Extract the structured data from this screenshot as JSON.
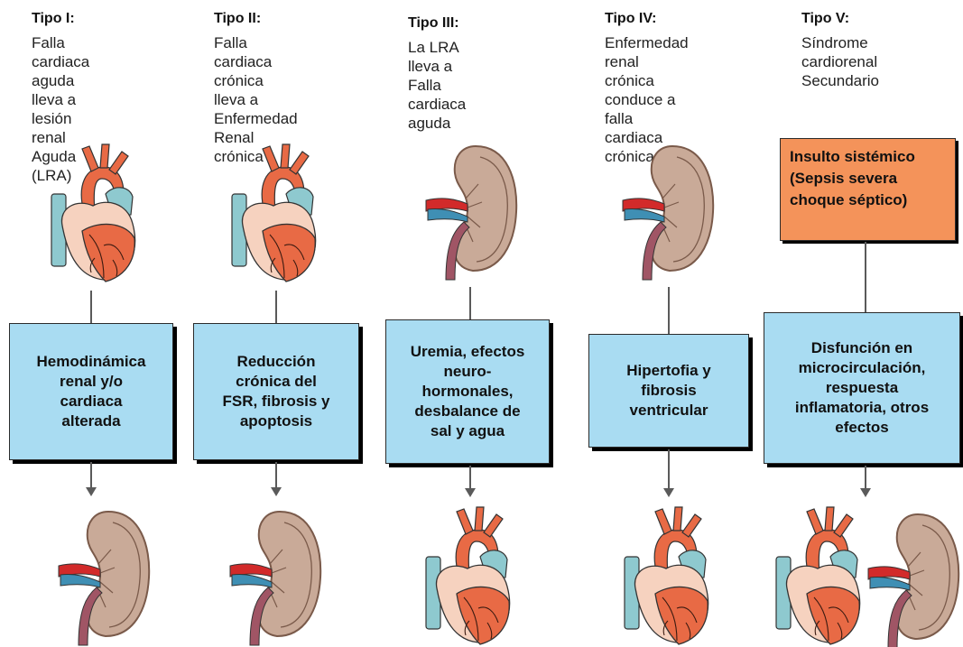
{
  "columns": [
    {
      "title": "Tipo I:",
      "description": "Falla cardiaca\naguda lleva a\nlesión renal\nAguda (LRA)",
      "box": "Hemodinámica\nrenal y/o\ncardiaca\nalterada",
      "top_organ": "heart",
      "bottom_organ": "kidney"
    },
    {
      "title": "Tipo II:",
      "description": "Falla cardiaca\ncrónica lleva a\nEnfermedad\nRenal crónica",
      "box": "Reducción\ncrónica del\nFSR, fibrosis y\napoptosis",
      "top_organ": "heart",
      "bottom_organ": "kidney"
    },
    {
      "title": "Tipo III:",
      "description": "La LRA lleva a\nFalla cardiaca\naguda",
      "box": "Uremia, efectos\nneuro-\nhormonales,\ndesbalance de\nsal y agua",
      "top_organ": "kidney",
      "bottom_organ": "heart"
    },
    {
      "title": "Tipo IV:",
      "description": "Enfermedad renal\ncrónica conduce a\nfalla cardiaca\ncrónica",
      "box": "Hipertofia y\nfibrosis\nventricular",
      "top_organ": "kidney",
      "bottom_organ": "heart"
    },
    {
      "title": "Tipo V:",
      "description": "Síndrome\ncardiorenal\nSecundario",
      "box": "Disfunción en\nmicrocirculación,\nrespuesta\ninflamatoria, otros\nefectos",
      "top_organ": "systemic-insult",
      "bottom_organ": "heart-and-kidney"
    }
  ],
  "systemic_insult": "Insulto sistémico\n(Sepsis severa\nchoque séptico)",
  "colors": {
    "box_fill": "#a9dcf2",
    "insult_fill": "#f4935a",
    "heart_orange": "#e86a45",
    "heart_peach": "#f6d2bf",
    "vessel_blue": "#8ec9cf",
    "kidney_fill": "#c9aa98",
    "kidney_outline": "#7a5a4a"
  }
}
